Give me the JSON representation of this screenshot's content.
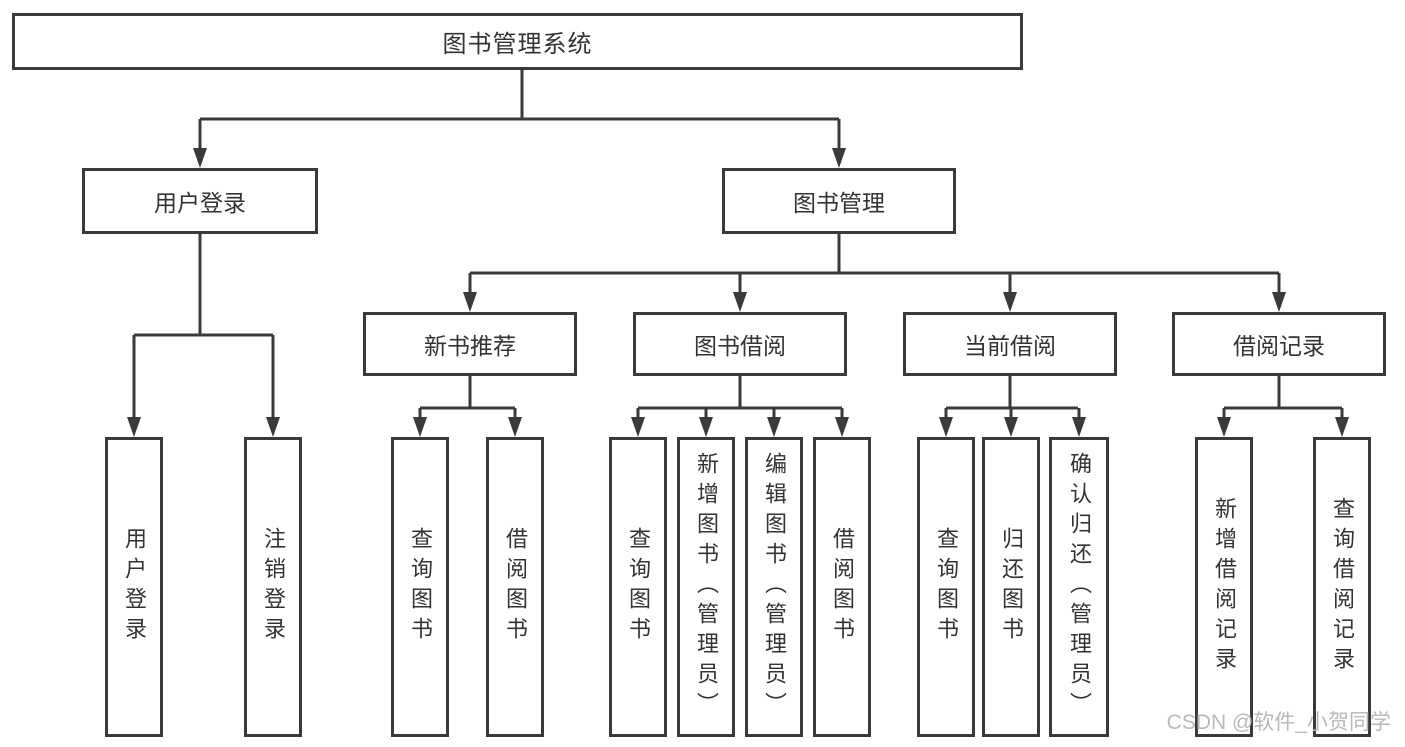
{
  "diagram": {
    "root": {
      "label": "图书管理系统"
    },
    "level2": [
      {
        "id": "user-login",
        "label": "用户登录"
      },
      {
        "id": "book-management",
        "label": "图书管理"
      }
    ],
    "level3": [
      {
        "id": "new-book-recommend",
        "label": "新书推荐"
      },
      {
        "id": "book-borrow",
        "label": "图书借阅"
      },
      {
        "id": "current-borrow",
        "label": "当前借阅"
      },
      {
        "id": "borrow-records",
        "label": "借阅记录"
      }
    ],
    "leaves": {
      "user_login": [
        "用户登录",
        "注销登录"
      ],
      "new_book_recommend": [
        "查询图书",
        "借阅图书"
      ],
      "book_borrow": [
        "查询图书",
        "新增图书（管理员）",
        "编辑图书（管理员）",
        "借阅图书"
      ],
      "current_borrow": [
        "查询图书",
        "归还图书",
        "确认归还（管理员）"
      ],
      "borrow_records": [
        "新增借阅记录",
        "查询借阅记录"
      ]
    },
    "colors": {
      "line": "#3a3a3a",
      "border": "#3a3a3a",
      "text": "#333333",
      "watermark": "#b9b9b9",
      "background": "#ffffff"
    }
  },
  "watermark": {
    "text": "CSDN @软件_小贺同学"
  }
}
